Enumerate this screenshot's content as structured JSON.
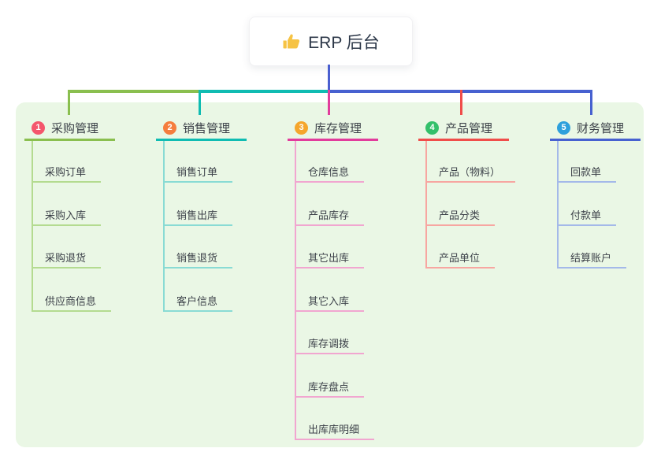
{
  "root": {
    "label": "ERP 后台",
    "icon": "thumbs-up-icon",
    "icon_color": "#f6c344"
  },
  "colors": {
    "panel_bg": "#eaf7e5",
    "root_line": "#4a5fd0",
    "text_dark": "#2c3748",
    "text_node": "#3d424a"
  },
  "branches": [
    {
      "badge": "1",
      "label": "采购管理",
      "badge_color": "#f4566c",
      "line_color": "#8abf4f",
      "light_color": "#b4db90",
      "children": [
        "采购订单",
        "采购入库",
        "采购退货",
        "供应商信息"
      ]
    },
    {
      "badge": "2",
      "label": "销售管理",
      "badge_color": "#f57d3e",
      "line_color": "#10bcb2",
      "light_color": "#89dbd4",
      "children": [
        "销售订单",
        "销售出库",
        "销售退货",
        "客户信息"
      ]
    },
    {
      "badge": "3",
      "label": "库存管理",
      "badge_color": "#f5a62c",
      "line_color": "#e23c9c",
      "light_color": "#f1a6d0",
      "children": [
        "仓库信息",
        "产品库存",
        "其它出库",
        "其它入库",
        "库存调拨",
        "库存盘点",
        "出库库明细"
      ]
    },
    {
      "badge": "4",
      "label": "产品管理",
      "badge_color": "#33c06a",
      "line_color": "#f04d4a",
      "light_color": "#f7a6a1",
      "children": [
        "产品（物料）",
        "产品分类",
        "产品单位"
      ]
    },
    {
      "badge": "5",
      "label": "财务管理",
      "badge_color": "#2ea0dc",
      "line_color": "#4761d0",
      "light_color": "#a4b9e9",
      "children": [
        "回款单",
        "付款单",
        "结算账户"
      ]
    }
  ]
}
